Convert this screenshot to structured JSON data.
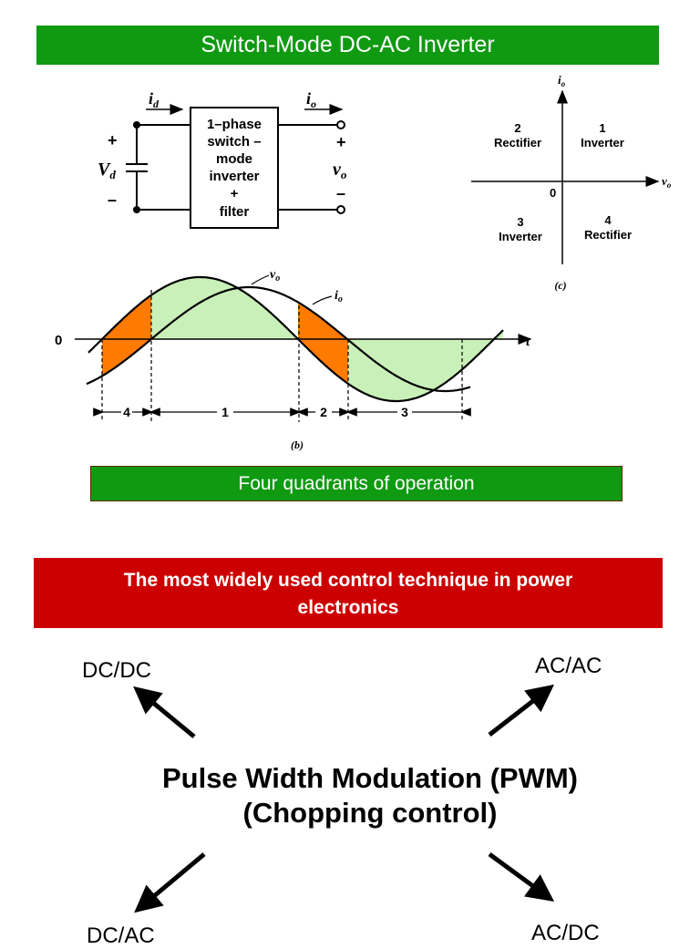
{
  "header": {
    "title": "Switch-Mode DC-AC Inverter"
  },
  "circuit": {
    "current_in": "i",
    "current_in_sub": "d",
    "current_out": "i",
    "current_out_sub": "o",
    "voltage_in": "V",
    "voltage_in_sub": "d",
    "voltage_out": "v",
    "voltage_out_sub": "o",
    "plus": "+",
    "minus": "–",
    "block_lines": [
      "1–phase",
      "switch –",
      "mode",
      "inverter",
      "+",
      "filter"
    ]
  },
  "quadrants": {
    "axis_y": "i",
    "axis_y_sub": "o",
    "axis_x": "v",
    "axis_x_sub": "o",
    "origin": "0",
    "q1_num": "1",
    "q1_label": "Inverter",
    "q2_num": "2",
    "q2_label": "Rectifier",
    "q3_num": "3",
    "q3_label": "Inverter",
    "q4_num": "4",
    "q4_label": "Rectifier",
    "caption": "(c)"
  },
  "waveform": {
    "origin": "0",
    "time_axis": "t",
    "vo_label": "v",
    "vo_sub": "o",
    "io_label": "i",
    "io_sub": "o",
    "intervals": [
      "4",
      "1",
      "2",
      "3"
    ],
    "caption": "(b)",
    "colors": {
      "green_fill": "#c9f0b8",
      "orange_fill": "#ff7a00"
    }
  },
  "caption_box": {
    "text": "Four quadrants of operation"
  },
  "red_banner": {
    "line1": "The most widely used control technique in power",
    "line2": "electronics"
  },
  "pwm": {
    "title": "Pulse Width Modulation (PWM)",
    "subtitle": "(Chopping control)",
    "targets": {
      "top_left": "DC/DC",
      "top_right": "AC/AC",
      "bottom_left": "DC/AC",
      "bottom_right": "AC/DC"
    }
  }
}
